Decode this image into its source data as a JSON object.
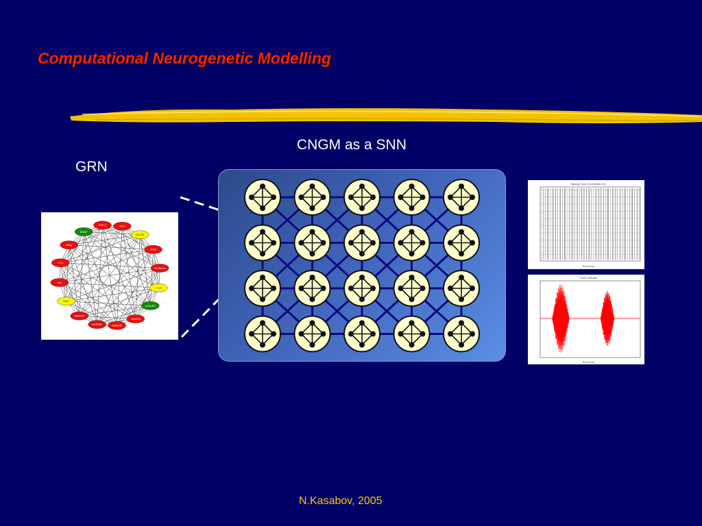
{
  "slide": {
    "title": "Computational Neurogenetic Modelling",
    "footer": "N.Kasabov, 2005",
    "snn_label": "CNGM as a SNN",
    "grn_label": "GRN"
  },
  "grn_genes": [
    {
      "name": "IGF-I",
      "color": "red"
    },
    {
      "name": "GALR1",
      "color": "yellow"
    },
    {
      "name": "NOS",
      "color": "red"
    },
    {
      "name": "S100beta",
      "color": "red"
    },
    {
      "name": "c-jun",
      "color": "yellow"
    },
    {
      "name": "mGluR3",
      "color": "green"
    },
    {
      "name": "GABRA",
      "color": "red"
    },
    {
      "name": "GABRB",
      "color": "red"
    },
    {
      "name": "AMPAR",
      "color": "red"
    },
    {
      "name": "NMDAR",
      "color": "red"
    },
    {
      "name": "NaC",
      "color": "yellow"
    },
    {
      "name": "KA",
      "color": "red"
    },
    {
      "name": "CYC",
      "color": "red"
    },
    {
      "name": "Jerky",
      "color": "red"
    },
    {
      "name": "BDNF",
      "color": "green"
    },
    {
      "name": "FGF-2",
      "color": "red"
    }
  ],
  "colors": {
    "background": "#000066",
    "title": "#ff2200",
    "footer": "#ffcc00",
    "highlight_stroke": "#f2c200",
    "neuron_fill": "#ffffcc",
    "link": "#0a0a80",
    "gene_red": "#e81010",
    "gene_green": "#108a10",
    "gene_yellow": "#f6f600"
  },
  "icons": {
    "neuron": "neuron-node-icon",
    "spike_plot": "spike-raster-thumbnail",
    "field_plot": "field-potential-thumbnail"
  }
}
